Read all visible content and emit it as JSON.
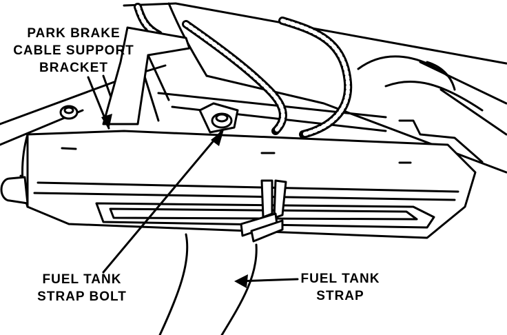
{
  "callouts": {
    "park_brake_bracket": {
      "lines": [
        "PARK BRAKE",
        "CABLE SUPPORT",
        "BRACKET"
      ]
    },
    "fuel_tank_strap_bolt": {
      "lines": [
        "FUEL TANK",
        "STRAP BOLT"
      ]
    },
    "fuel_tank_strap": {
      "lines": [
        "FUEL TANK",
        "STRAP"
      ]
    }
  },
  "colors": {
    "ink": "#000000",
    "paper": "#ffffff"
  }
}
